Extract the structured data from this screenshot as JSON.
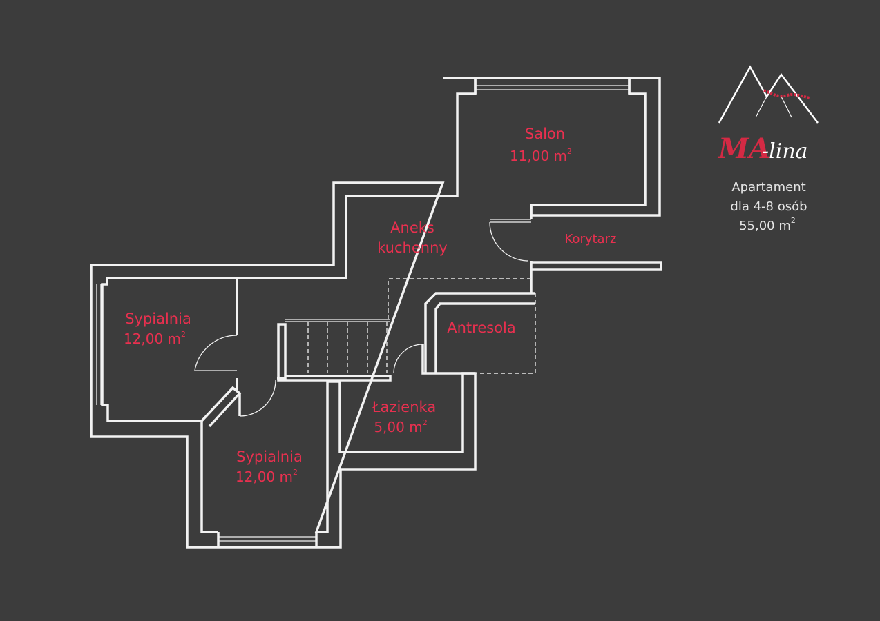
{
  "rooms": {
    "salon": {
      "name": "Salon",
      "area": "11,00 m",
      "sup": "2"
    },
    "aneks": {
      "line1": "Aneks",
      "line2": "kuchenny"
    },
    "korytarz": {
      "name": "Korytarz"
    },
    "antresola": {
      "name": "Antresola"
    },
    "sypialnia1": {
      "name": "Sypialnia",
      "area": "12,00 m",
      "sup": "2"
    },
    "sypialnia2": {
      "name": "Sypialnia",
      "area": "12,00 m",
      "sup": "2"
    },
    "lazienka": {
      "name": "Łazienka",
      "area": "5,00 m",
      "sup": "2"
    }
  },
  "brand": {
    "ma": "MA",
    "lina": "-lina"
  },
  "info": {
    "line1": "Apartament",
    "line2": "dla 4-8 osób",
    "line3": "55,00 m",
    "sup": "2"
  },
  "colors": {
    "background": "#3c3c3c",
    "accent": "#e8304f",
    "walls": "#f2f2f2"
  }
}
